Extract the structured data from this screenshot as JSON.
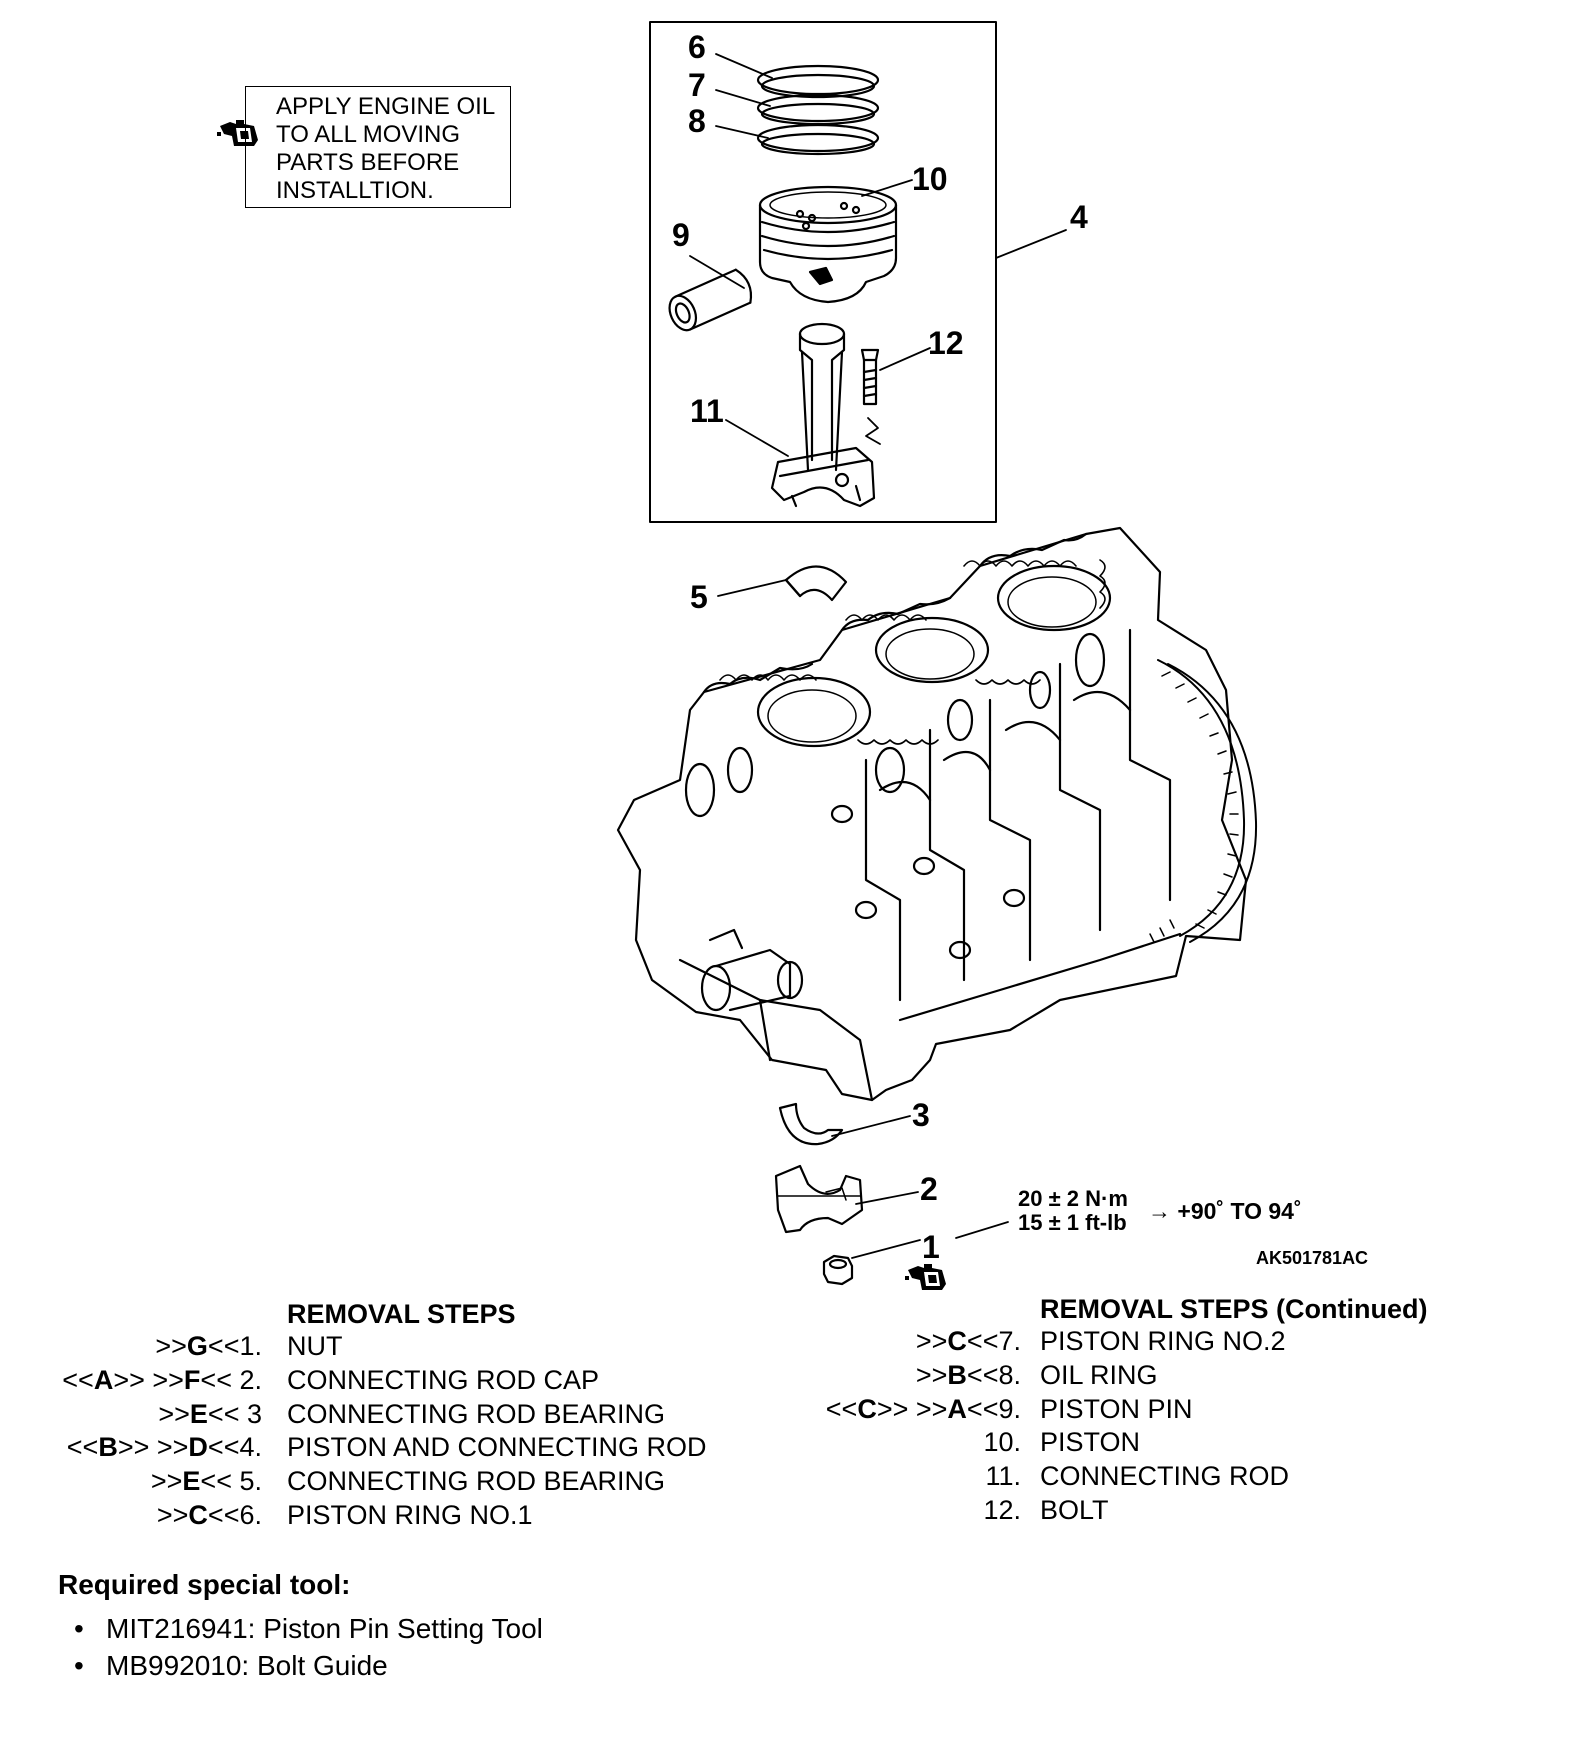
{
  "note": {
    "lines": [
      "APPLY ENGINE OIL",
      "TO ALL MOVING",
      "PARTS BEFORE",
      "INSTALLTION."
    ],
    "icon": "oil-can-icon"
  },
  "callouts": [
    "1",
    "2",
    "3",
    "4",
    "5",
    "6",
    "7",
    "8",
    "9",
    "10",
    "11",
    "12"
  ],
  "torque": {
    "nm": "20 ± 2 N·m",
    "ftlb": "15 ± 1 ft-lb",
    "angle": "→ +90˚ TO 94˚"
  },
  "figure_code": "AK501781AC",
  "removal_left": {
    "title": "REMOVAL STEPS",
    "steps": [
      {
        "pre": "",
        "code": ">>G<<",
        "num": "1.",
        "label": "NUT"
      },
      {
        "pre": "<<A>> ",
        "code": ">>F<<",
        "num": " 2.",
        "label": "CONNECTING ROD CAP"
      },
      {
        "pre": "",
        "code": ">>E<<",
        "num": " 3",
        "label": "CONNECTING ROD BEARING"
      },
      {
        "pre": "<<B>> ",
        "code": ">>D<<",
        "num": "4.",
        "label": "PISTON AND CONNECTING ROD"
      },
      {
        "pre": "",
        "code": ">>E<<",
        "num": " 5.",
        "label": "CONNECTING ROD BEARING"
      },
      {
        "pre": "",
        "code": ">>C<<",
        "num": "6.",
        "label": "PISTON RING NO.1"
      }
    ]
  },
  "removal_right": {
    "title": "REMOVAL STEPS (Continued)",
    "steps": [
      {
        "pre": "",
        "code": ">>C<<",
        "num": "7.",
        "label": "PISTON RING NO.2"
      },
      {
        "pre": "",
        "code": ">>B<<",
        "num": "8.",
        "label": "OIL RING"
      },
      {
        "pre": "<<C>> ",
        "code": ">>A<<",
        "num": "9.",
        "label": "PISTON PIN"
      },
      {
        "pre": "",
        "code": "",
        "num": "10.",
        "label": "PISTON"
      },
      {
        "pre": "",
        "code": "",
        "num": "11.",
        "label": "CONNECTING ROD"
      },
      {
        "pre": "",
        "code": "",
        "num": "12.",
        "label": "BOLT"
      }
    ]
  },
  "tools": {
    "title": "Required special tool:",
    "items": [
      "MIT216941: Piston Pin Setting Tool",
      "MB992010: Bolt Guide"
    ]
  }
}
